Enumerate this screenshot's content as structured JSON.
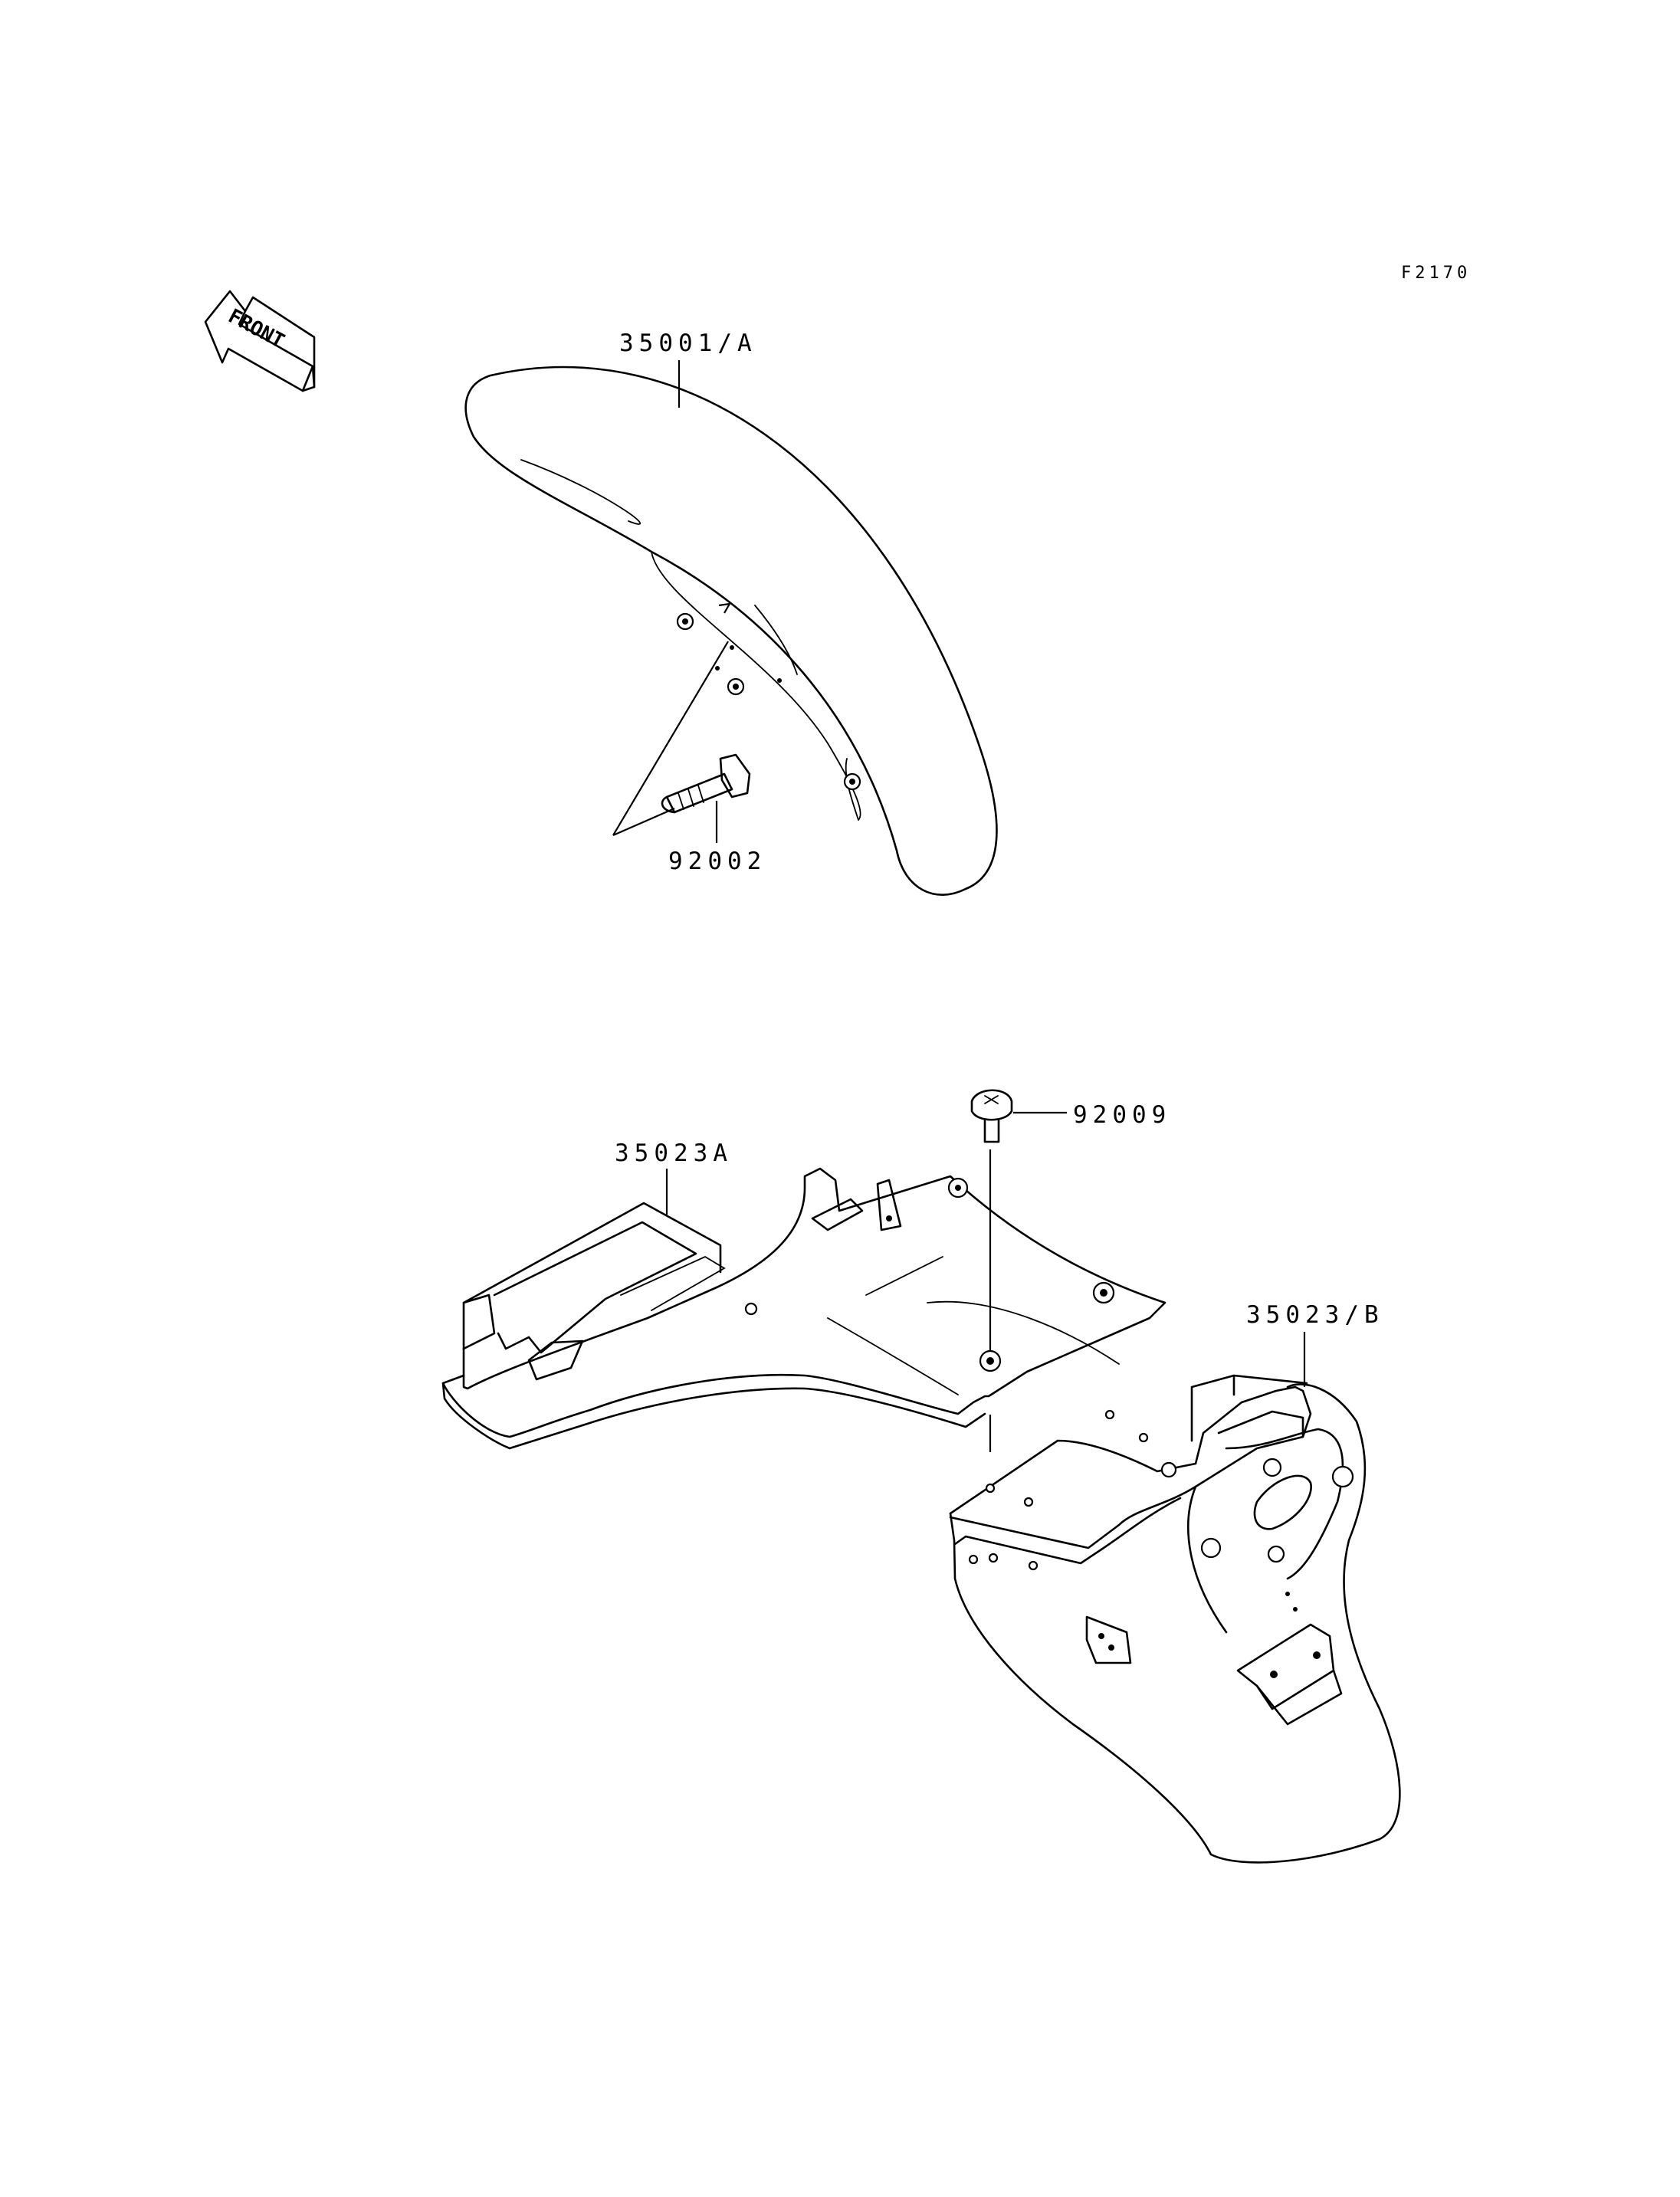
{
  "diagram_code": "F2170",
  "front_marker": {
    "text": "FRONT",
    "icon": "front-direction-arrow-icon"
  },
  "callouts": {
    "front_fender": "35001/A",
    "front_fender_bolt": "92002",
    "rear_fender_screw": "92009",
    "rear_inner_fender": "35023A",
    "rear_fender": "35023/B"
  }
}
